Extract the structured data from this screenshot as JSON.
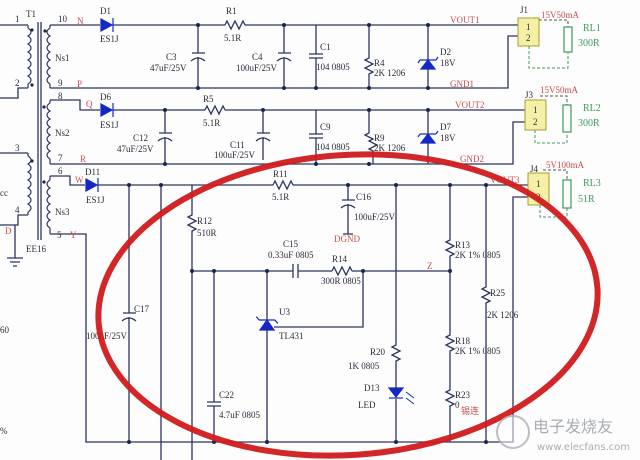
{
  "transformer": {
    "ref": "T1",
    "part": "EE16",
    "windings": [
      "Ns1",
      "Ns2",
      "Ns3"
    ],
    "pins": [
      "1",
      "2",
      "3",
      "4",
      "5",
      "6",
      "7",
      "8",
      "9",
      "10"
    ],
    "nets": {
      "N": "N",
      "P": "P",
      "Q": "Q",
      "R": "R",
      "W": "W",
      "Y": "Y",
      "D": "D"
    },
    "left_edge": [
      "cc",
      "60",
      "%"
    ]
  },
  "channel1": {
    "diode": {
      "ref": "D1",
      "value": "ES1J"
    },
    "c3": {
      "ref": "C3",
      "value": "47uF/25V"
    },
    "r1": {
      "ref": "R1",
      "value": "5.1R"
    },
    "c4": {
      "ref": "C4",
      "value": "100uF/25V"
    },
    "c1": {
      "ref": "C1",
      "value": "104 0805"
    },
    "r4": {
      "ref": "R4",
      "value": "2K 1206"
    },
    "d2": {
      "ref": "D2",
      "value": "18V"
    },
    "vout": "VOUT1",
    "gnd": "GND1",
    "conn": {
      "ref": "J1",
      "pins": [
        "1",
        "2"
      ]
    },
    "load": {
      "spec": "15V50mA",
      "ref": "RL1",
      "value": "300R"
    }
  },
  "channel2": {
    "diode": {
      "ref": "D6",
      "value": "ES1J"
    },
    "c12": {
      "ref": "C12",
      "value": "47uF/25V"
    },
    "r5": {
      "ref": "R5",
      "value": "5.1R"
    },
    "c11": {
      "ref": "C11",
      "value": "100uF/25V"
    },
    "c9": {
      "ref": "C9",
      "value": "104 0805"
    },
    "r9": {
      "ref": "R9",
      "value": "2K  1206"
    },
    "d7": {
      "ref": "D7",
      "value": "18V"
    },
    "vout": "VOUT2",
    "gnd": "GND2",
    "conn": {
      "ref": "J3",
      "pins": [
        "1",
        "2"
      ]
    },
    "load": {
      "spec": "15V50mA",
      "ref": "RL2",
      "value": "300R"
    }
  },
  "channel3": {
    "diode": {
      "ref": "D11",
      "value": "ES1J"
    },
    "r11": {
      "ref": "R11",
      "value": "5.1R"
    },
    "c16": {
      "ref": "C16",
      "value": "100uF/25V"
    },
    "dgnd": "DGND",
    "c17": {
      "ref": "C17",
      "value": "100uF/25V"
    },
    "r12": {
      "ref": "R12",
      "value": "510R"
    },
    "c15": {
      "ref": "C15",
      "value": "0.33uF 0805"
    },
    "r14": {
      "ref": "R14",
      "value": "300R 0805"
    },
    "u3": {
      "ref": "U3",
      "value": "TL431"
    },
    "c22": {
      "ref": "C22",
      "value": "4.7uF 0805"
    },
    "r13": {
      "ref": "R13",
      "value": "2K 1% 0805"
    },
    "r18": {
      "ref": "R18",
      "value": "2K 1% 0805"
    },
    "r23": {
      "ref": "R23",
      "value": "0",
      "note": "锡连"
    },
    "r20": {
      "ref": "R20",
      "value": "1K 0805"
    },
    "d13": {
      "ref": "D13",
      "value": "LED"
    },
    "r25": {
      "ref": "R25",
      "value": "2K 1206"
    },
    "z": "Z",
    "vout": "VOUT3",
    "conn": {
      "ref": "J4",
      "pins": [
        "1",
        "2"
      ]
    },
    "load": {
      "spec": "5V100mA",
      "ref": "RL3",
      "value": "51R"
    }
  },
  "watermark": {
    "cn": "电子发烧友",
    "url": "www.elecfans.com"
  },
  "colors": {
    "highlight": "#d01a1e",
    "wire": "#2c3560",
    "diode": "#1428c8",
    "connector": "#f6f0a6",
    "load": "#3c9a5c",
    "net_label": "#c84b4b"
  }
}
